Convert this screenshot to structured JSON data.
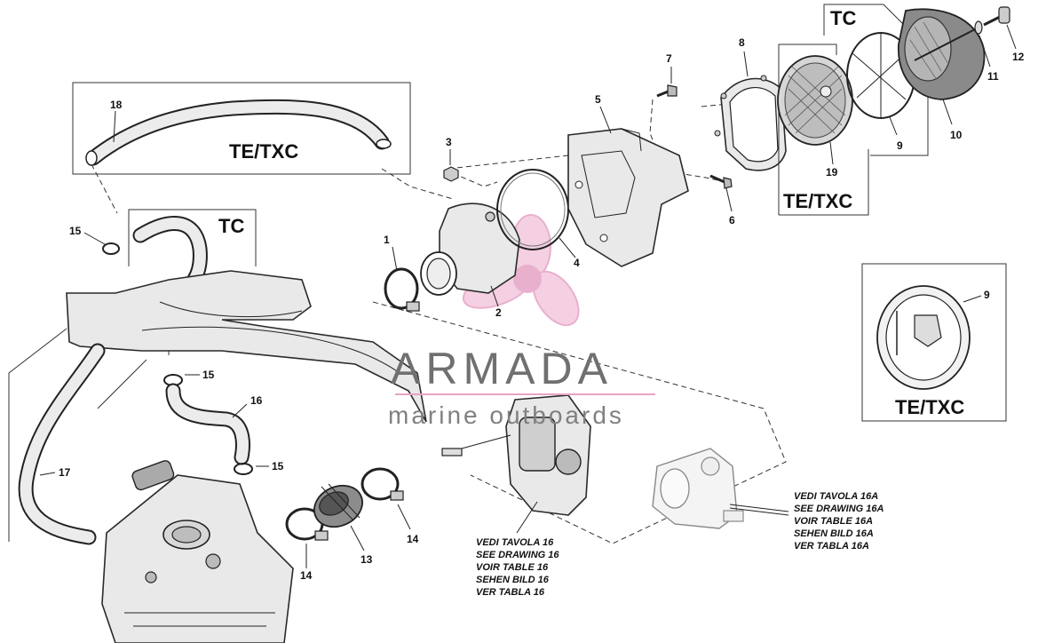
{
  "callouts": {
    "c1": "1",
    "c2": "2",
    "c3": "3",
    "c4": "4",
    "c5": "5",
    "c6": "6",
    "c7": "7",
    "c8": "8",
    "c9a": "9",
    "c9b": "9",
    "c10": "10",
    "c11": "11",
    "c12": "12",
    "c13": "13",
    "c14a": "14",
    "c14b": "14",
    "c15a": "15",
    "c15b": "15",
    "c15c": "15",
    "c16": "16",
    "c17": "17",
    "c18": "18",
    "c19": "19"
  },
  "variant_labels": {
    "te_txc_hose": "TE/TXC",
    "tc_hose": "TC",
    "tc_filter": "TC",
    "te_txc_filter": "TE/TXC",
    "te_txc_cover": "TE/TXC"
  },
  "cross_references": {
    "drawing_16": [
      "VEDI TAVOLA 16",
      "SEE DRAWING 16",
      "VOIR TABLE 16",
      "SEHEN BILD 16",
      "VER TABLA 16"
    ],
    "drawing_16a": [
      "VEDI TAVOLA 16A",
      "SEE DRAWING 16A",
      "VOIR TABLE 16A",
      "SEHEN BILD 16A",
      "VER TABLA 16A"
    ]
  },
  "watermark": {
    "title": "ARMADA",
    "subtitle": "marine outboards",
    "color": "#e6a3c6"
  }
}
